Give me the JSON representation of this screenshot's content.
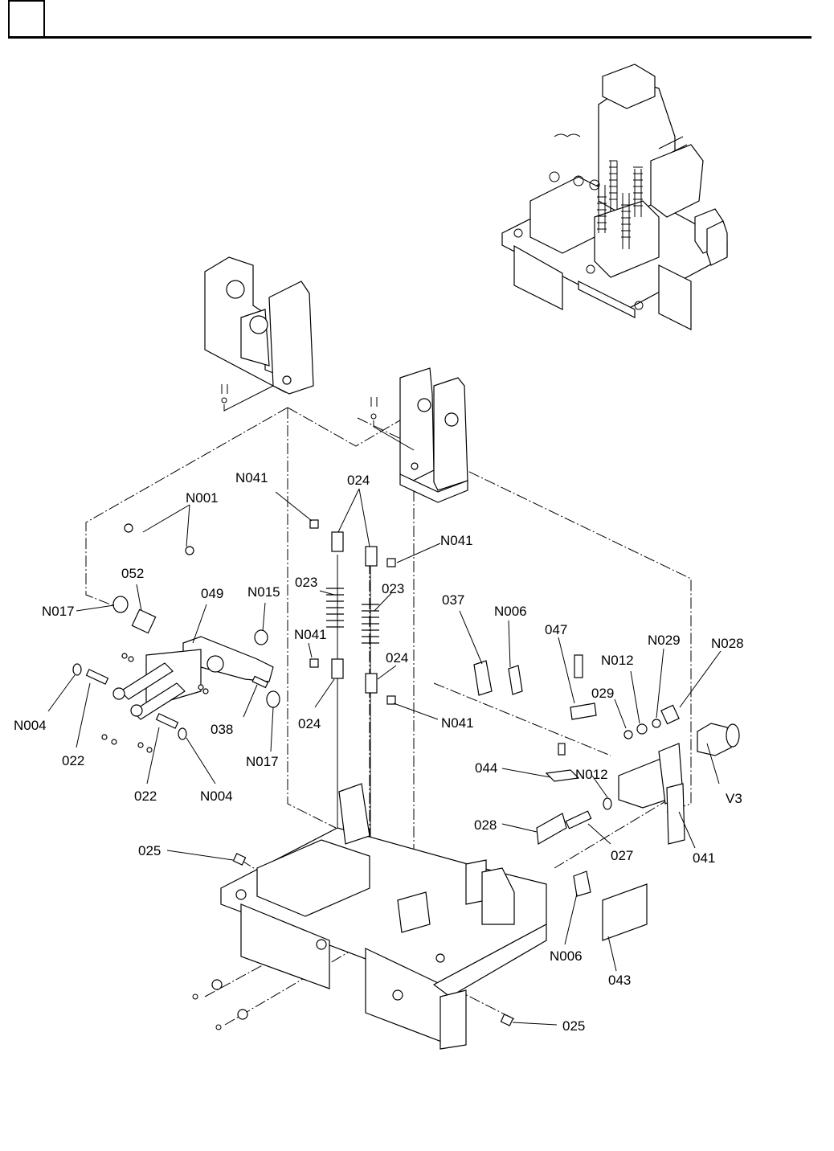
{
  "header": {
    "page_number_box": "",
    "title": ""
  },
  "diagram": {
    "type": "exploded-parts-view",
    "overview_illustration": "assembled-mechanism",
    "callouts": [
      {
        "id": "n001",
        "text": "N001"
      },
      {
        "id": "n041-a",
        "text": "N041"
      },
      {
        "id": "024-a",
        "text": "024"
      },
      {
        "id": "n041-b",
        "text": "N041"
      },
      {
        "id": "052",
        "text": "052"
      },
      {
        "id": "049",
        "text": "049"
      },
      {
        "id": "n015",
        "text": "N015"
      },
      {
        "id": "023-a",
        "text": "023"
      },
      {
        "id": "023-b",
        "text": "023"
      },
      {
        "id": "n017-a",
        "text": "N017"
      },
      {
        "id": "n041-c",
        "text": "N041"
      },
      {
        "id": "024-b",
        "text": "024"
      },
      {
        "id": "037",
        "text": "037"
      },
      {
        "id": "n006-a",
        "text": "N006"
      },
      {
        "id": "047",
        "text": "047"
      },
      {
        "id": "n029",
        "text": "N029"
      },
      {
        "id": "n028",
        "text": "N028"
      },
      {
        "id": "n012-a",
        "text": "N012"
      },
      {
        "id": "029",
        "text": "029"
      },
      {
        "id": "n004-a",
        "text": "N004"
      },
      {
        "id": "022-a",
        "text": "022"
      },
      {
        "id": "038",
        "text": "038"
      },
      {
        "id": "024-c",
        "text": "024"
      },
      {
        "id": "n041-d",
        "text": "N041"
      },
      {
        "id": "n017-b",
        "text": "N017"
      },
      {
        "id": "022-b",
        "text": "022"
      },
      {
        "id": "n004-b",
        "text": "N004"
      },
      {
        "id": "044",
        "text": "044"
      },
      {
        "id": "n012-b",
        "text": "N012"
      },
      {
        "id": "v3",
        "text": "V3"
      },
      {
        "id": "028",
        "text": "028"
      },
      {
        "id": "027",
        "text": "027"
      },
      {
        "id": "041",
        "text": "041"
      },
      {
        "id": "025-a",
        "text": "025"
      },
      {
        "id": "n006-b",
        "text": "N006"
      },
      {
        "id": "043",
        "text": "043"
      },
      {
        "id": "025-b",
        "text": "025"
      }
    ]
  }
}
